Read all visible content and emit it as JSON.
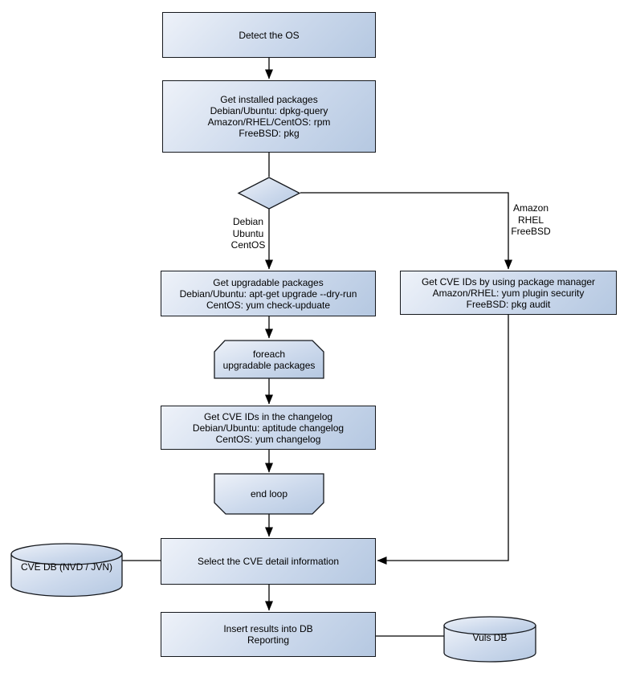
{
  "diagram": {
    "title": "Vuls scan workflow flowchart",
    "colors": {
      "node_fill_light": "#eef2f9",
      "node_fill_dark": "#b5c8e1",
      "node_border": "#15181d",
      "connector": "#000000",
      "background": "#ffffff",
      "text": "#000000"
    },
    "nodes": {
      "detect_os": {
        "label": "Detect the OS"
      },
      "get_installed": {
        "lines": [
          "Get installed packages",
          "Debian/Ubuntu: dpkg-query",
          "Amazon/RHEL/CentOS: rpm",
          "FreeBSD: pkg"
        ]
      },
      "get_upgradable": {
        "lines": [
          "Get upgradable packages",
          "Debian/Ubuntu: apt-get upgrade --dry-run",
          "CentOS: yum check-upduate"
        ]
      },
      "foreach_loop": {
        "lines": [
          "foreach",
          "upgradable packages"
        ]
      },
      "get_cve_changelog": {
        "lines": [
          "Get CVE IDs in the changelog",
          "Debian/Ubuntu: aptitude changelog",
          "CentOS: yum changelog"
        ]
      },
      "end_loop": {
        "label": "end loop"
      },
      "get_cve_pkgmgr": {
        "lines": [
          "Get CVE IDs by using package manager",
          "Amazon/RHEL: yum plugin security",
          "FreeBSD: pkg audit"
        ]
      },
      "select_cve": {
        "label": "Select the CVE detail information"
      },
      "cve_db": {
        "label": "CVE DB (NVD / JVN)"
      },
      "insert_results": {
        "lines": [
          "Insert results into DB",
          "Reporting"
        ]
      },
      "vuls_db": {
        "label": "Vuls DB"
      }
    },
    "edge_labels": {
      "branch_left": {
        "lines": [
          "Debian",
          "Ubuntu",
          "CentOS"
        ]
      },
      "branch_right": {
        "lines": [
          "Amazon",
          "RHEL",
          "FreeBSD"
        ]
      }
    }
  }
}
